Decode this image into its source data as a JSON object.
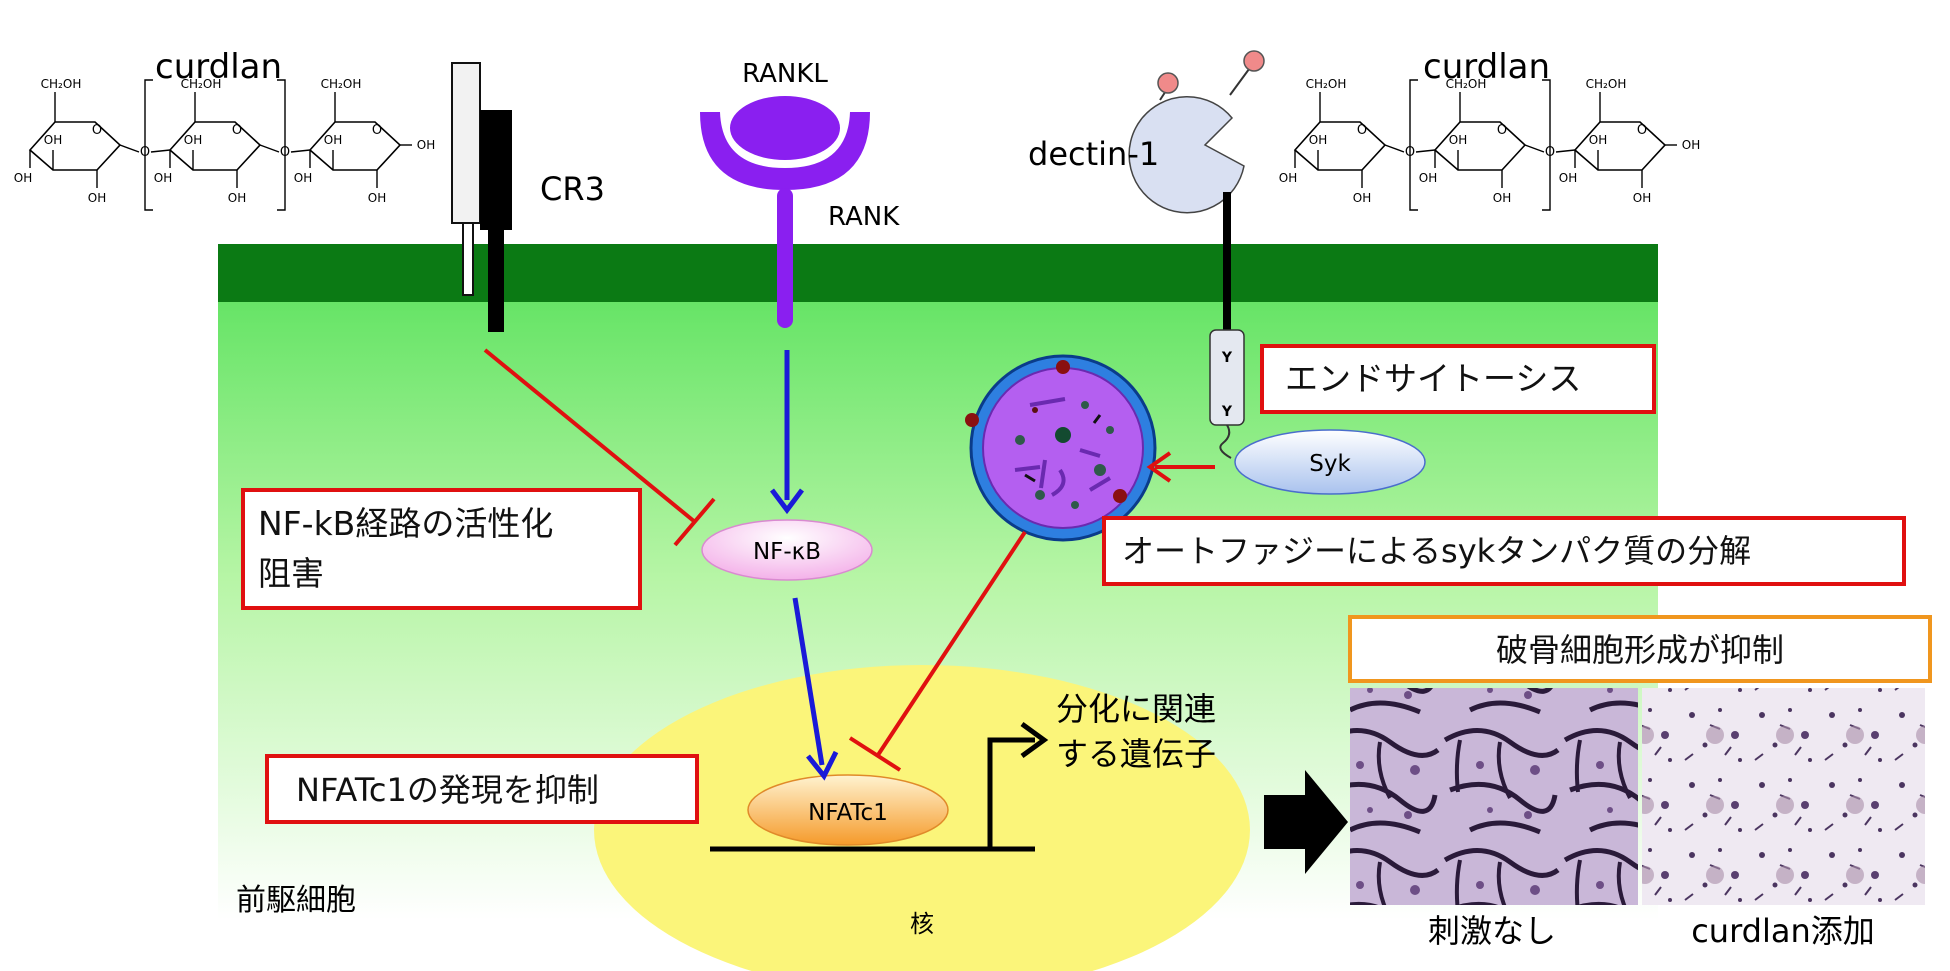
{
  "labels": {
    "curdlan_left": "curdlan",
    "curdlan_right": "curdlan",
    "cr3": "CR3",
    "rankl": "RANKL",
    "rank": "RANK",
    "dectin1": "dectin-1",
    "syk": "Syk",
    "y1": "Y",
    "y2": "Y",
    "nfkb": "NF-κB",
    "nfatc1": "NFATc1",
    "gene_line1": "分化に関連",
    "gene_line2": "する遺伝子",
    "precursor": "前駆細胞",
    "nucleus": "核",
    "no_stim": "刺激なし",
    "curdlan_added": "curdlan添加"
  },
  "chem": {
    "ch2oh": "CH₂OH",
    "oh": "OH",
    "o": "O"
  },
  "boxes": {
    "nfkb_inhibit_line1": "NF-kB経路の活性化",
    "nfkb_inhibit_line2": "阻害",
    "endocytosis": "エンドサイトーシス",
    "autophagy": "オートファジーによるsykタンパク質の分解",
    "nfatc1_suppress": "NFATc1の発現を抑制",
    "osteoclast_suppressed": "破骨細胞形成が抑制"
  },
  "colors": {
    "membrane": "#0b7a14",
    "cytoplasm_top": "#6ee86e",
    "nucleus": "#fbf57a",
    "red": "#e01010",
    "blue": "#1a1ad8",
    "rank_purple": "#8a1ff0",
    "orange_border": "#f0961e"
  }
}
